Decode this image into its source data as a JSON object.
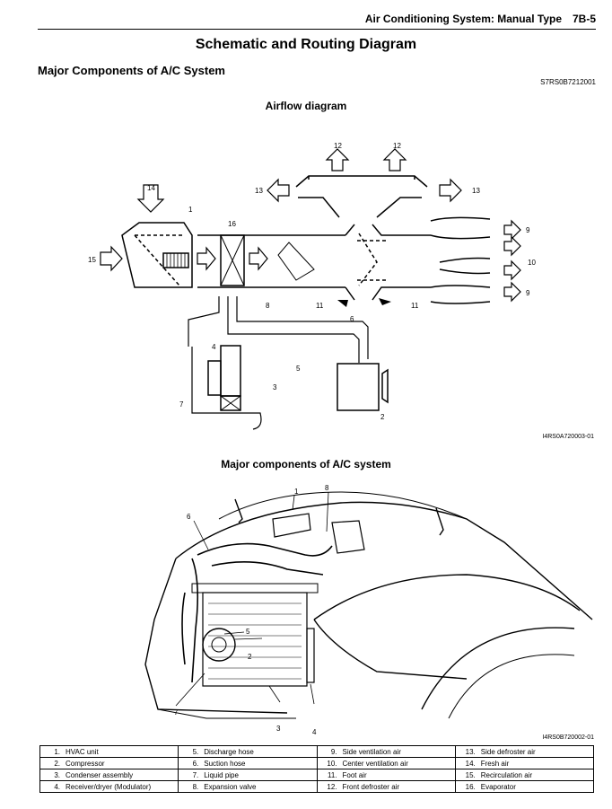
{
  "header": {
    "title": "Air Conditioning System: Manual Type",
    "page": "7B-5"
  },
  "page_title": "Schematic and Routing Diagram",
  "section_heading": "Major Components of A/C System",
  "doc_code": "S7RS0B7212001",
  "figure1": {
    "caption": "Airflow diagram",
    "code": "I4RS0A720003-01",
    "callouts": [
      "1",
      "2",
      "3",
      "4",
      "5",
      "6",
      "7",
      "8",
      "9",
      "9",
      "10",
      "11",
      "11",
      "12",
      "12",
      "13",
      "13",
      "14",
      "15",
      "16"
    ]
  },
  "figure2": {
    "caption": "Major components of A/C system",
    "code": "I4RS0B720002-01",
    "callouts": [
      "1",
      "2",
      "3",
      "4",
      "5",
      "6",
      "7",
      "8"
    ]
  },
  "legend": [
    [
      {
        "num": "1.",
        "label": "HVAC unit"
      },
      {
        "num": "5.",
        "label": "Discharge hose"
      },
      {
        "num": "9.",
        "label": "Side ventilation air"
      },
      {
        "num": "13.",
        "label": "Side defroster air"
      }
    ],
    [
      {
        "num": "2.",
        "label": "Compressor"
      },
      {
        "num": "6.",
        "label": "Suction hose"
      },
      {
        "num": "10.",
        "label": "Center ventilation air"
      },
      {
        "num": "14.",
        "label": "Fresh air"
      }
    ],
    [
      {
        "num": "3.",
        "label": "Condenser assembly"
      },
      {
        "num": "7.",
        "label": "Liquid pipe"
      },
      {
        "num": "11.",
        "label": "Foot air"
      },
      {
        "num": "15.",
        "label": "Recirculation air"
      }
    ],
    [
      {
        "num": "4.",
        "label": "Receiver/dryer (Modulator)"
      },
      {
        "num": "8.",
        "label": "Expansion valve"
      },
      {
        "num": "12.",
        "label": "Front defroster air"
      },
      {
        "num": "16.",
        "label": "Evaporator"
      }
    ]
  ]
}
